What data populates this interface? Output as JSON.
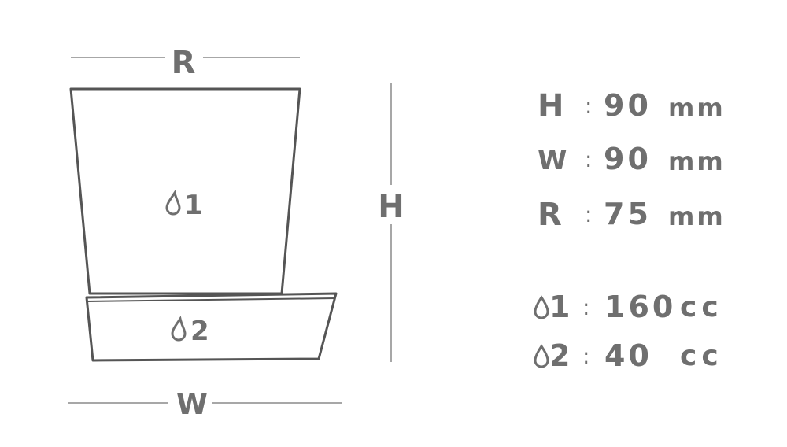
{
  "diagram": {
    "dimension_labels": {
      "rim": "R",
      "height": "H",
      "width": "W"
    },
    "volume_labels": {
      "pot": "1",
      "saucer": "2"
    },
    "icon": "water-drop-icon",
    "line_color": "#5a5a5a",
    "text_color": "#6f6f6f"
  },
  "specs": [
    {
      "key": "H",
      "value": "90",
      "unit": "mm"
    },
    {
      "key": "W",
      "value": "90",
      "unit": "mm"
    },
    {
      "key": "R",
      "value": "75",
      "unit": "mm"
    }
  ],
  "capacities": [
    {
      "key": "1",
      "value": "160",
      "unit": "cc"
    },
    {
      "key": "2",
      "value": "40",
      "unit": "cc"
    }
  ]
}
